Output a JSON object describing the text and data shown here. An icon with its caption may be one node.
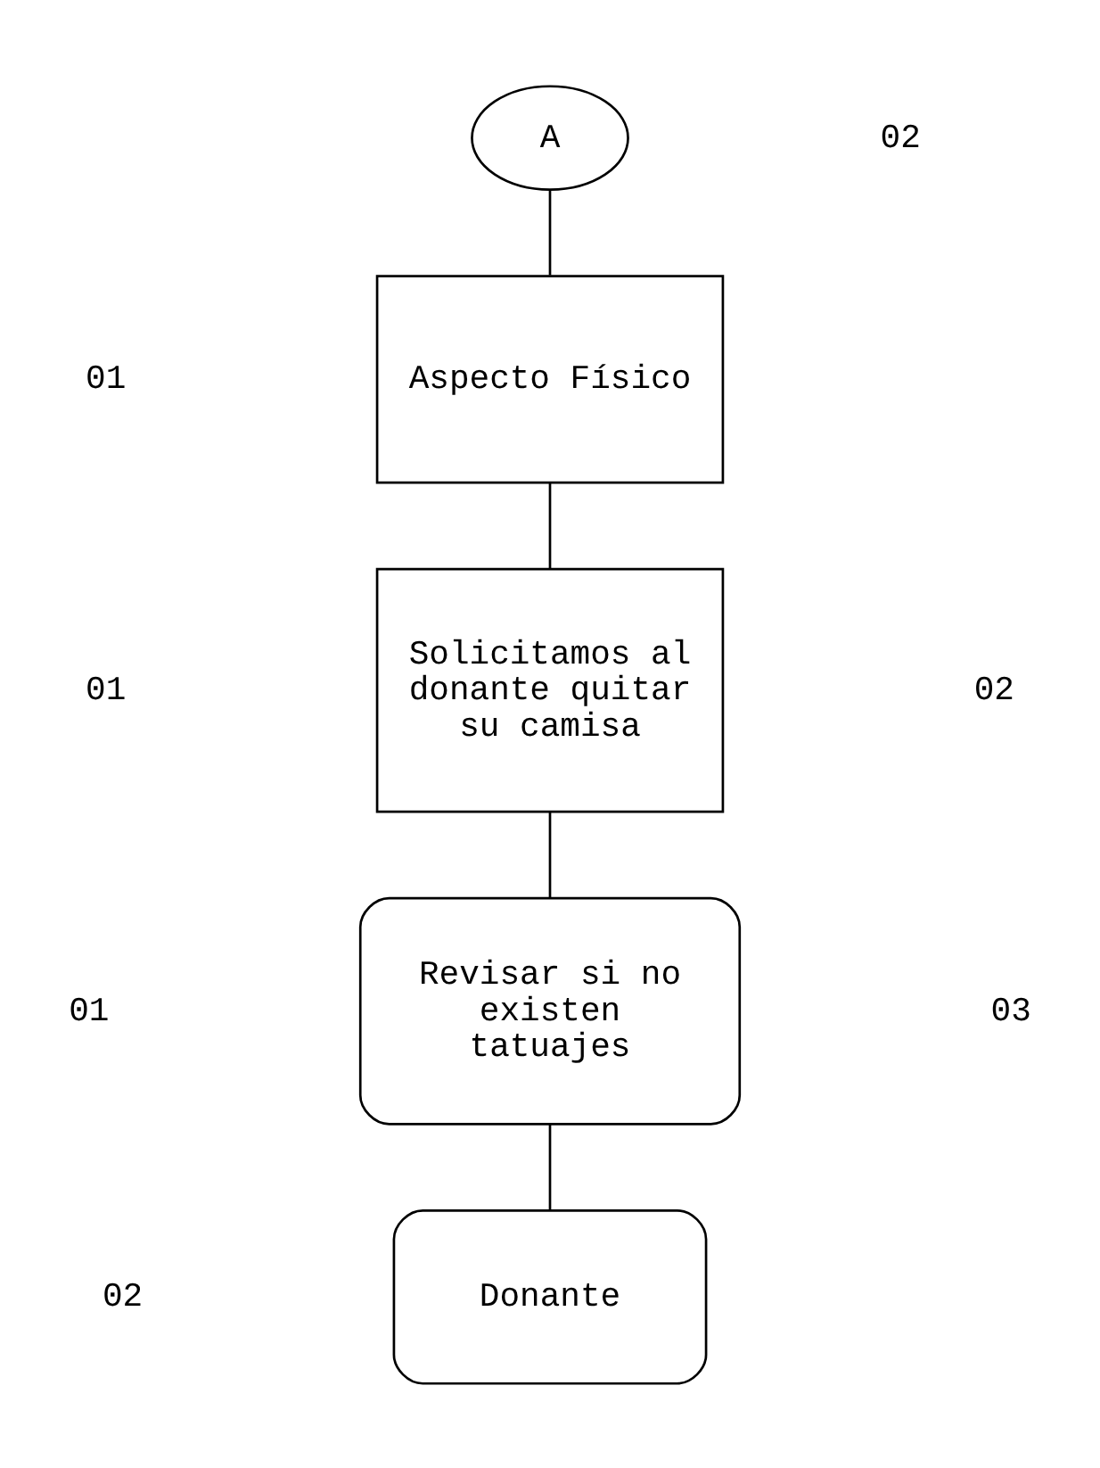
{
  "diagram": {
    "nodes": [
      {
        "text": [
          "A"
        ]
      },
      {
        "text": [
          "Aspecto Físico"
        ]
      },
      {
        "text": [
          "Solicitamos al donante quitar su camisa"
        ]
      },
      {
        "text": [
          "Revisar si no existen tatuajes"
        ]
      },
      {
        "text": [
          "Donante"
        ]
      }
    ],
    "edges": [
      {
        "from": 0,
        "to": 1,
        "arrow": "none"
      },
      {
        "from": 1,
        "to": 2,
        "arrow": "none"
      },
      {
        "from": 2,
        "to": 3,
        "arrow": "none"
      },
      {
        "from": 3,
        "to": 4,
        "arrow": "none"
      }
    ],
    "labels": [
      "02",
      "01",
      "02",
      "01",
      "01",
      "03",
      "02"
    ]
  }
}
